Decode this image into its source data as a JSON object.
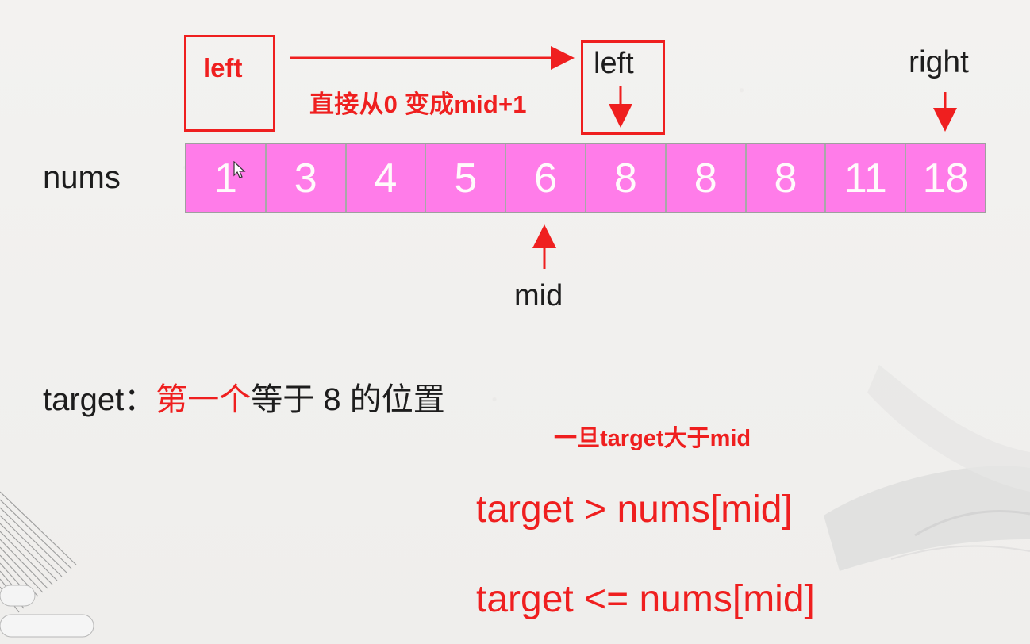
{
  "labels": {
    "nums": "nums",
    "mid": "mid",
    "right": "right",
    "left_red": "left",
    "left_black": "left",
    "top_note": "直接从0 变成mid+1",
    "note_mid": "一旦target大于mid",
    "expr1": "target > nums[mid]",
    "expr2": "target <= nums[mid]"
  },
  "target_line": {
    "prefix": "target：",
    "highlight": "第一个",
    "suffix": "等于 8 的位置"
  },
  "array": {
    "values": [
      "1",
      "3",
      "4",
      "5",
      "6",
      "8",
      "8",
      "8",
      "11",
      "18"
    ]
  },
  "colors": {
    "red": "#ef1f1f",
    "array_fill": "#ff7ce9",
    "array_border": "#9f9f9f",
    "text": "#1d1d1d",
    "background": "#f1f0ee"
  },
  "icons": {
    "cursor": "arrow-cursor-icon"
  }
}
